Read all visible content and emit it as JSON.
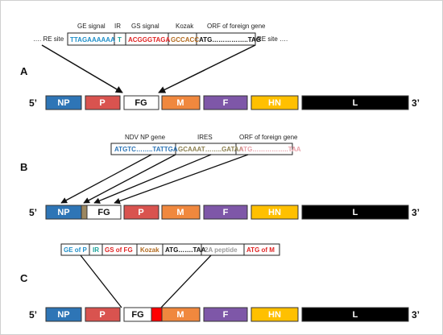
{
  "colors": {
    "np": "#2e75b6",
    "p": "#d9534f",
    "fg": "#ffffff",
    "m": "#f0883e",
    "f": "#7e57a8",
    "hn": "#ffc000",
    "l": "#000000",
    "link": "#9c8760",
    "insert_red": "#ff0000",
    "blue": "#1f8fc9",
    "teal": "#1aa39a",
    "red": "#e02424",
    "brown": "#b36b1f",
    "black": "#111111",
    "grey": "#9a9a9a",
    "pink": "#e8a0a8",
    "olive": "#8c8050"
  },
  "genome": {
    "five_prime": "5’",
    "three_prime": "3’",
    "genes": {
      "np": "NP",
      "p": "P",
      "fg": "FG",
      "m": "M",
      "f": "F",
      "hn": "HN",
      "l": "L"
    }
  },
  "panel_a": {
    "label": "A",
    "headers": [
      "GE signal",
      "IR",
      "GS signal",
      "Kozak",
      "ORF of foreign gene"
    ],
    "left_site": "…. RE site",
    "right_site": "RE site ….",
    "segments": [
      "TTAGAAAAAA",
      "T",
      "ACGGGTAGA",
      "GCCACC",
      "ATG……………..TAG"
    ]
  },
  "panel_b": {
    "label": "B",
    "headers": [
      "NDV NP gene",
      "IRES",
      "ORF of foreign gene"
    ],
    "segments": [
      "ATGTC……..TATTGA",
      "GCAAAT……..GATAA",
      "ATG……………..TAA"
    ]
  },
  "panel_c": {
    "label": "C",
    "segments": [
      "GE of P",
      "IR",
      "GS of FG",
      "Kozak",
      "ATG…….TAA",
      "2A peptide",
      "ATG of M"
    ]
  }
}
